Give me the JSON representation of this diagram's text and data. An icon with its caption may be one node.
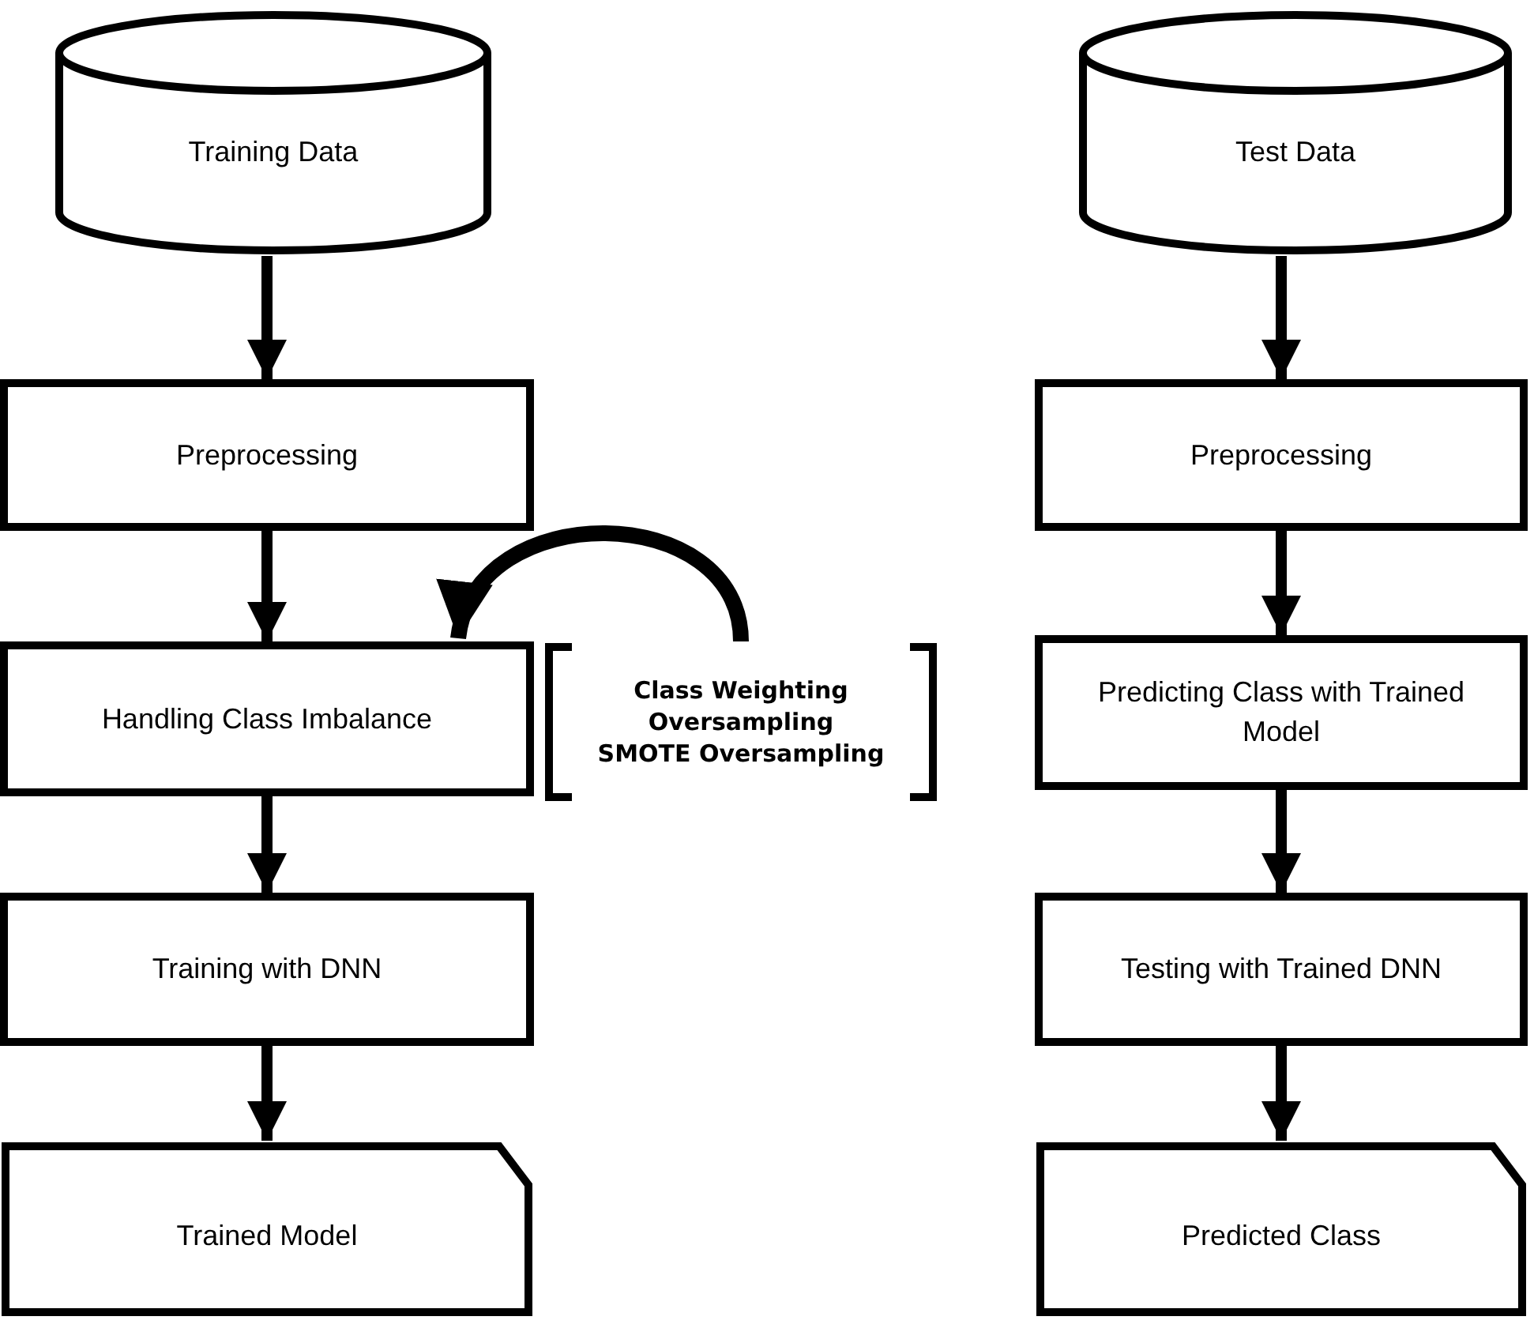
{
  "diagram": {
    "nodes": [
      {
        "text": [
          "Training Data"
        ]
      },
      {
        "text": [
          "Preprocessing"
        ]
      },
      {
        "text": [
          "Handling Class Imbalance"
        ]
      },
      {
        "text": [
          "Class Weighting",
          "Oversampling",
          "SMOTE Oversampling"
        ]
      },
      {
        "text": [
          "Training with DNN"
        ]
      },
      {
        "text": [
          "Trained Model"
        ]
      },
      {
        "text": [
          "Test Data"
        ]
      },
      {
        "text": [
          "Preprocessing"
        ]
      },
      {
        "text": [
          "Predicting Class with Trained Model"
        ]
      },
      {
        "text": [
          "Testing with Trained DNN"
        ]
      },
      {
        "text": [
          "Predicted Class"
        ]
      }
    ],
    "edges": [
      {
        "from": 0,
        "to": 1,
        "arrow": "to"
      },
      {
        "from": 1,
        "to": 2,
        "arrow": "to"
      },
      {
        "from": 3,
        "to": 2,
        "arrow": "to"
      },
      {
        "from": 2,
        "to": 4,
        "arrow": "to"
      },
      {
        "from": 4,
        "to": 5,
        "arrow": "to"
      },
      {
        "from": 6,
        "to": 7,
        "arrow": "to"
      },
      {
        "from": 7,
        "to": 8,
        "arrow": "to"
      },
      {
        "from": 8,
        "to": 9,
        "arrow": "to"
      },
      {
        "from": 9,
        "to": 10,
        "arrow": "to"
      }
    ]
  }
}
